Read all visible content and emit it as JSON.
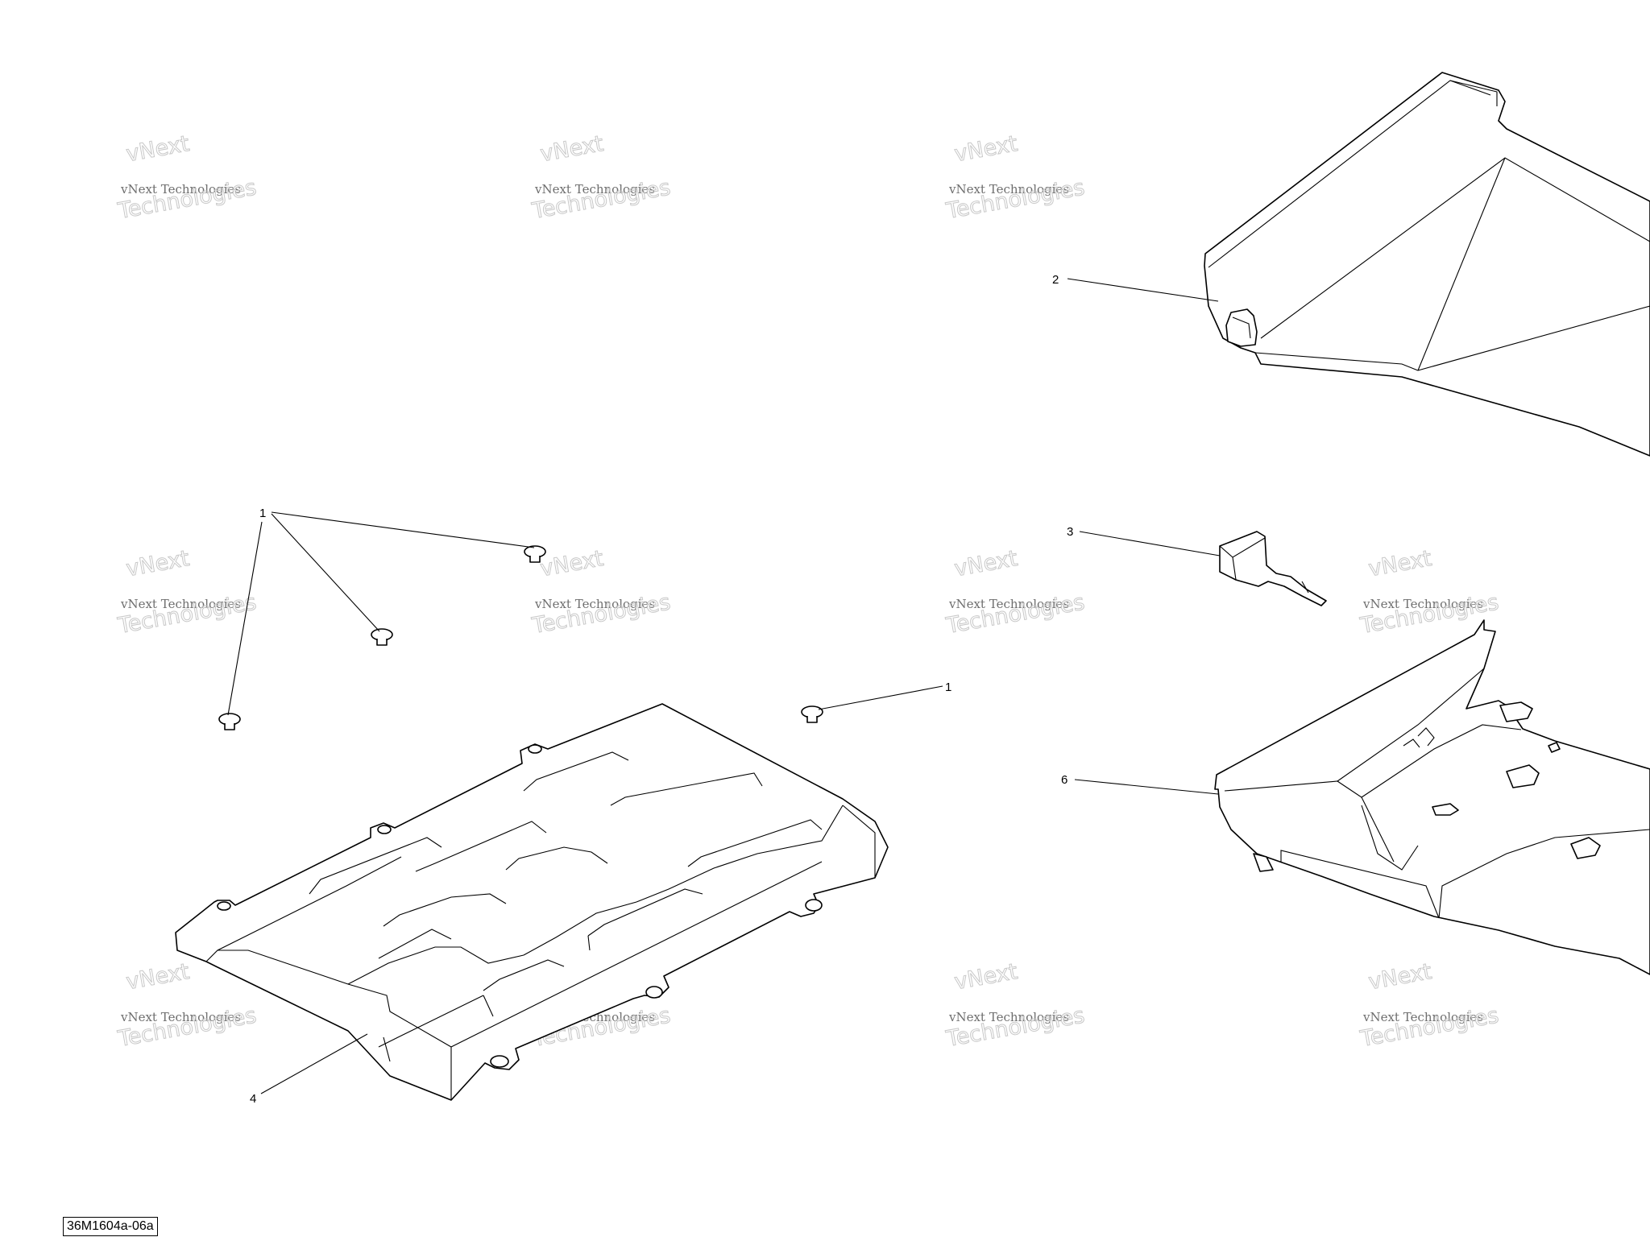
{
  "watermark": {
    "line1": "vNext",
    "line2": "vNext Technologies",
    "line3": "Technologies"
  },
  "callouts": {
    "c1_left": "1",
    "c1_right": "1",
    "c2": "2",
    "c3": "3",
    "c4": "4",
    "c6": "6"
  },
  "figure_ref": "36M1604a-06a"
}
